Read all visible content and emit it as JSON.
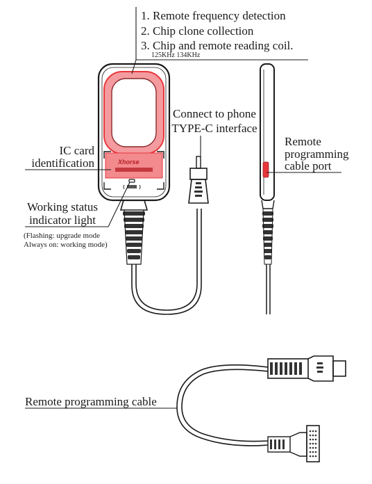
{
  "callouts": {
    "functions": [
      "1. Remote frequency detection",
      "2. Chip clone collection",
      "3. Chip and remote reading coil."
    ],
    "frequencies": "125KHz  134KHz",
    "phone_connect": [
      "Connect to phone",
      "TYPE-C interface"
    ],
    "remote_port": [
      "Remote",
      "programming",
      "cable port"
    ],
    "ic_card": [
      "IC card",
      "identification"
    ],
    "status_light": [
      "Working status",
      "indicator light"
    ],
    "status_modes": [
      "(Flashing: upgrade mode",
      "Always on: working mode)"
    ],
    "cable": "Remote programming cable"
  },
  "colors": {
    "highlight": "#e8373c",
    "highlight_fill": "#f28a8e",
    "line": "#1a1a1a"
  }
}
